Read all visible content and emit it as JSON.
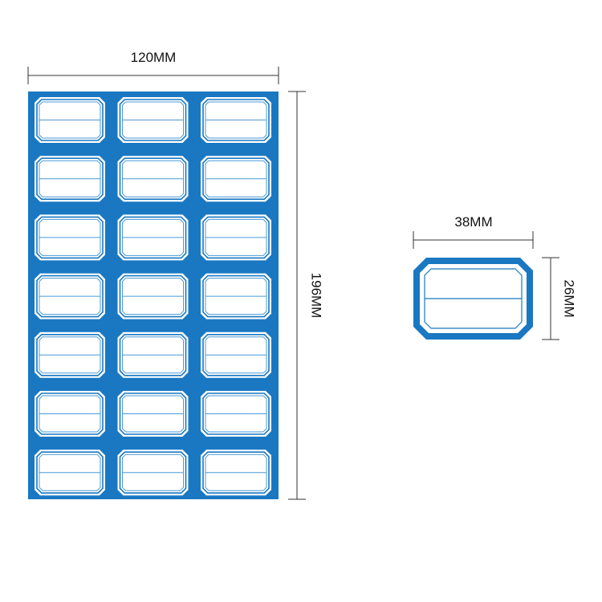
{
  "sheet": {
    "width_label": "120MM",
    "height_label": "196MM",
    "rows": 7,
    "cols": 3
  },
  "single_label": {
    "width_label": "38MM",
    "height_label": "26MM"
  },
  "colors": {
    "sheet_blue": "#1a78c2",
    "label_fill": "#ffffff",
    "inner_line": "#4a9ad8",
    "dimension_line": "#333333"
  }
}
